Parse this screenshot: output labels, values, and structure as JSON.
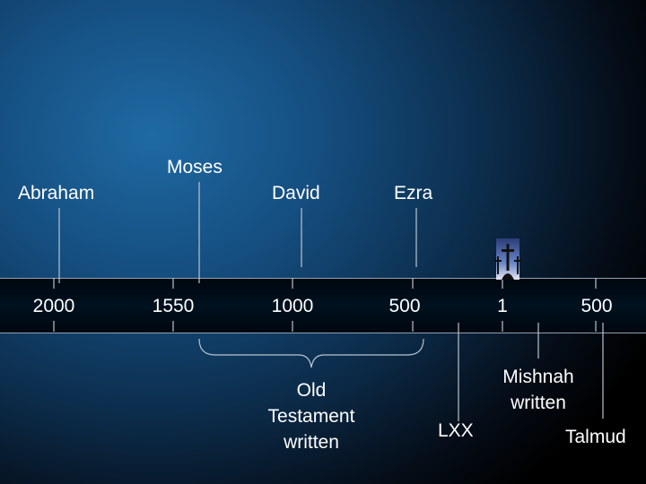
{
  "timeline": {
    "years": [
      "2000",
      "1550",
      "1000",
      "500",
      "1",
      "500"
    ]
  },
  "figures": {
    "abraham": "Abraham",
    "moses": "Moses",
    "david": "David",
    "ezra": "Ezra"
  },
  "events": {
    "old_testament": [
      "Old",
      "Testament",
      "written"
    ],
    "lxx": "LXX",
    "mishnah": [
      "Mishnah",
      "written"
    ],
    "talmud": "Talmud"
  },
  "colors": {
    "text": "#ffffff",
    "lines": "#b8c4d0",
    "band": "#00111f"
  },
  "icons": {
    "cross": "three-crosses-icon"
  }
}
